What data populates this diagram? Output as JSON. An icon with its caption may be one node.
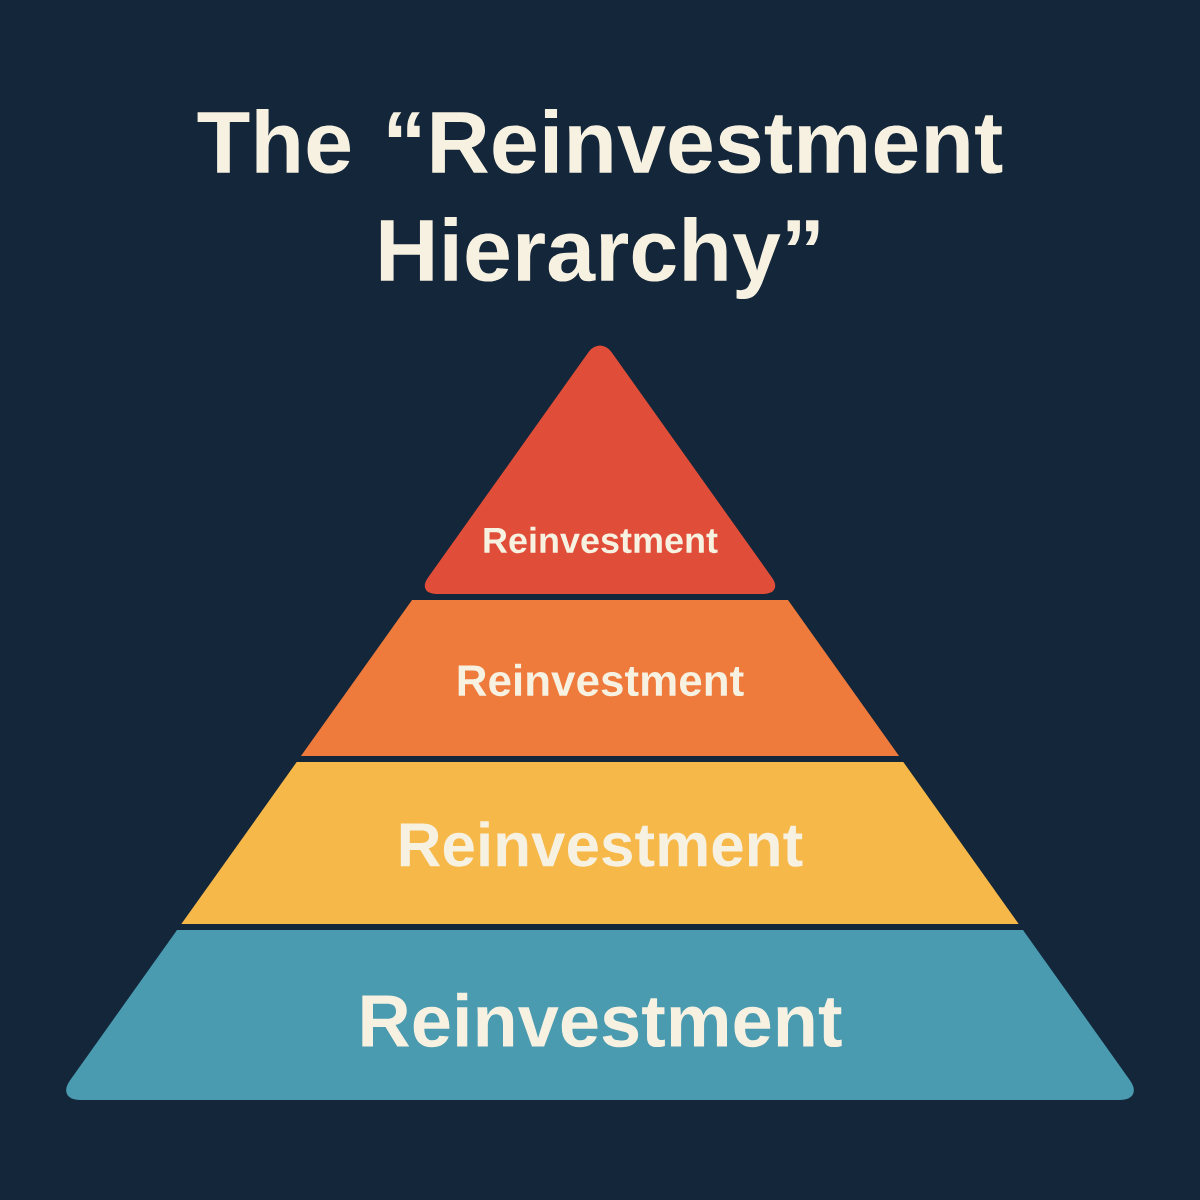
{
  "diagram": {
    "title": "The “Reinvestment Hierarchy”",
    "nodes": [
      {
        "text": [
          "Reinvestment"
        ]
      },
      {
        "text": [
          "Reinvestment"
        ]
      },
      {
        "text": [
          "Reinvestment"
        ]
      },
      {
        "text": [
          "Reinvestment"
        ]
      }
    ]
  }
}
